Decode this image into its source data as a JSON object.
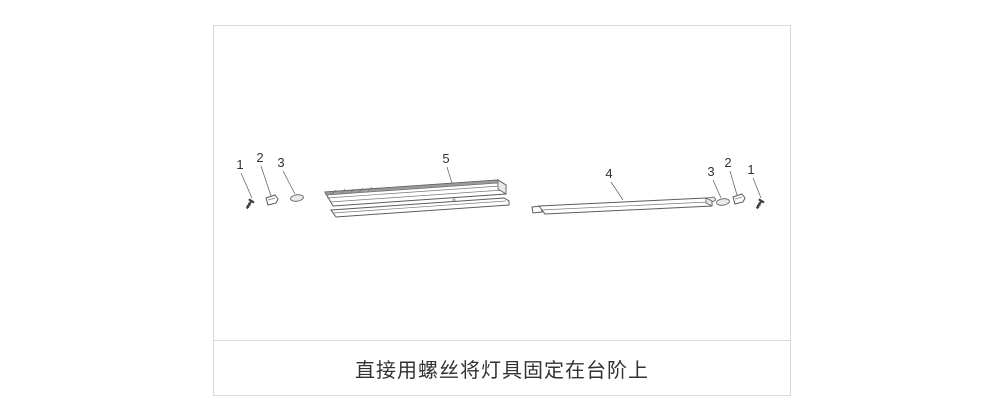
{
  "caption": "直接用螺丝将灯具固定在台阶上",
  "colors": {
    "panel_border": "#d9d9d9",
    "drawing_line": "#5c5c5c",
    "label_text": "#333333",
    "caption_text": "#333333",
    "background": "#ffffff"
  },
  "parts": {
    "left_screw": {
      "label": "1"
    },
    "left_clip": {
      "label": "2"
    },
    "left_cap": {
      "label": "3"
    },
    "main_profile": {
      "label": "5"
    },
    "second_profile": {
      "label": "4"
    },
    "right_cap": {
      "label": "3"
    },
    "right_clip": {
      "label": "2"
    },
    "right_screw": {
      "label": "1"
    }
  }
}
